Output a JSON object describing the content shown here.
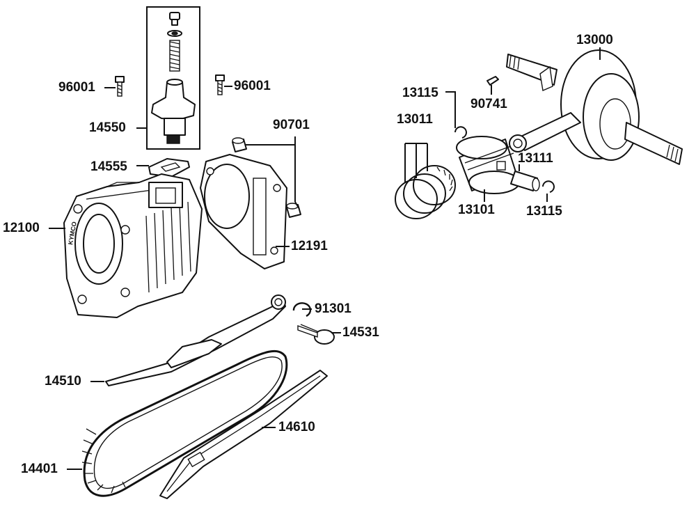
{
  "brand_mark": "KYMCO",
  "parts": [
    {
      "id": "p13000",
      "number": "13000"
    },
    {
      "id": "p96001a",
      "number": "96001"
    },
    {
      "id": "p96001b",
      "number": "96001"
    },
    {
      "id": "p13115a",
      "number": "13115"
    },
    {
      "id": "p90741",
      "number": "90741"
    },
    {
      "id": "p13011",
      "number": "13011"
    },
    {
      "id": "p14550",
      "number": "14550"
    },
    {
      "id": "p90701",
      "number": "90701"
    },
    {
      "id": "p14555",
      "number": "14555"
    },
    {
      "id": "p13111",
      "number": "13111"
    },
    {
      "id": "p12100",
      "number": "12100"
    },
    {
      "id": "p13101",
      "number": "13101"
    },
    {
      "id": "p13115b",
      "number": "13115"
    },
    {
      "id": "p12191",
      "number": "12191"
    },
    {
      "id": "p91301",
      "number": "91301"
    },
    {
      "id": "p14531",
      "number": "14531"
    },
    {
      "id": "p14510",
      "number": "14510"
    },
    {
      "id": "p14610",
      "number": "14610"
    },
    {
      "id": "p14401",
      "number": "14401"
    }
  ]
}
